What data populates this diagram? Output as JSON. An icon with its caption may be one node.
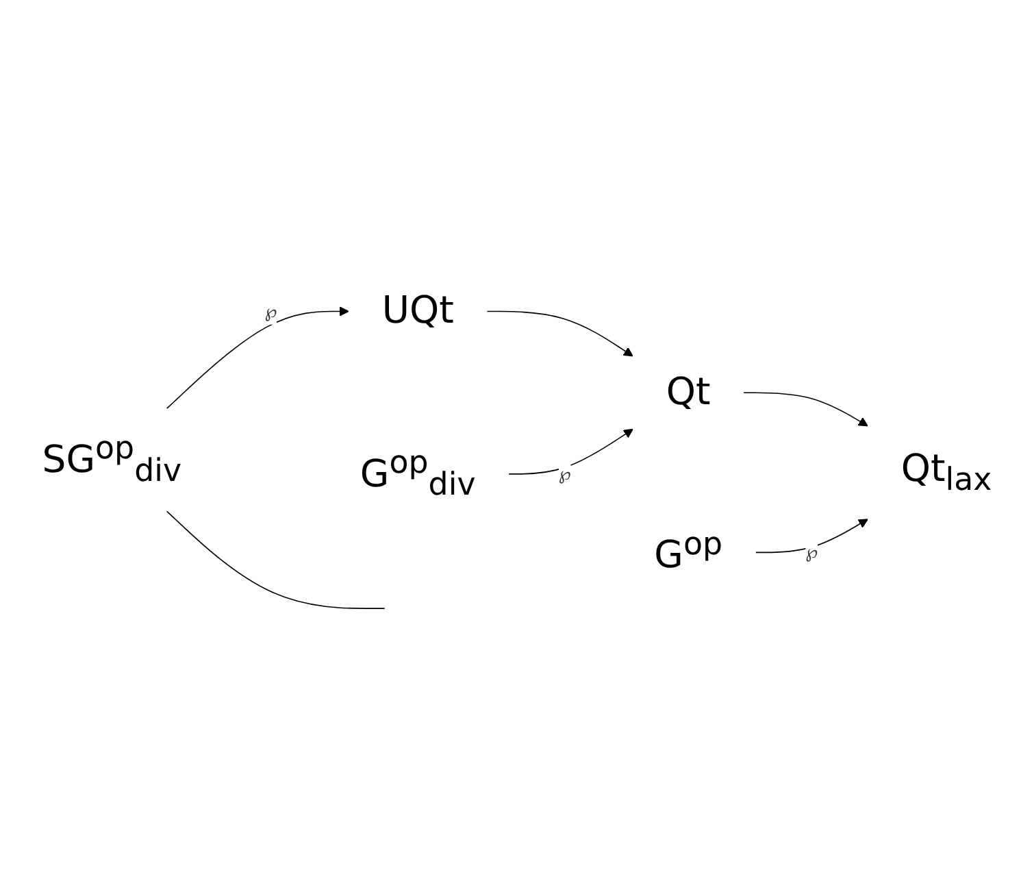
{
  "diagram": {
    "nodes": [
      {
        "text": [
          "SG$^{op}$$_{div}$"
        ]
      },
      {
        "text": [
          "UQt"
        ]
      },
      {
        "text": [
          "G$^{op}$$_{div}$"
        ]
      },
      {
        "text": [
          "Qt"
        ]
      },
      {
        "text": [
          "G$^{op}$"
        ]
      },
      {
        "text": [
          "Qt$_{lax}$"
        ]
      }
    ],
    "edges": [
      {
        "from": 0,
        "to": 1,
        "label": "℘",
        "arrow": "to"
      },
      {
        "from": 1,
        "to": 3,
        "arrow": "to"
      },
      {
        "from": 2,
        "to": 3,
        "label": "℘",
        "arrow": "to"
      },
      {
        "from": 3,
        "to": 5,
        "arrow": "to"
      },
      {
        "from": 4,
        "to": 5,
        "label": "℘",
        "arrow": "to"
      },
      {
        "from": 0,
        "to": null,
        "arrow": "none"
      }
    ]
  }
}
